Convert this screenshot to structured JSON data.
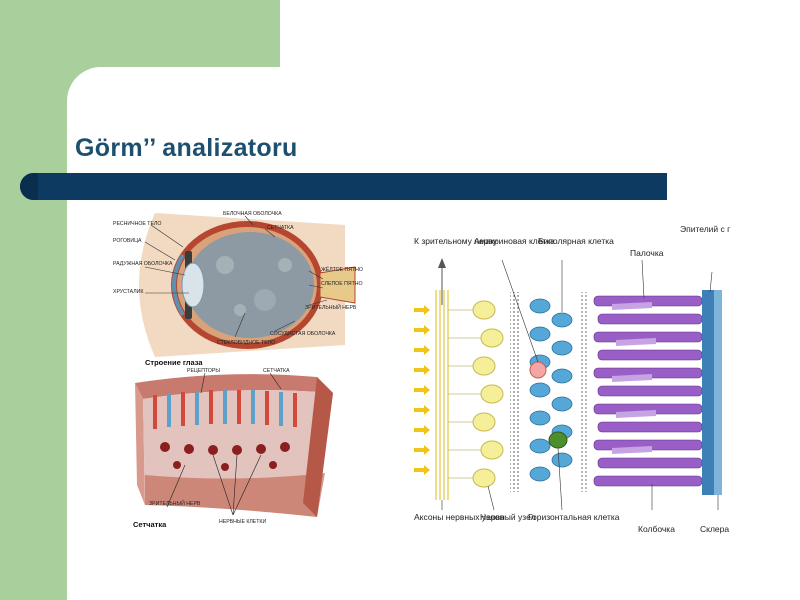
{
  "slide": {
    "title": "Görm’’ analizatoru"
  },
  "figure_eye": {
    "caption": "Строение глаза",
    "labels": {
      "ciliary_body": "РЕСНИЧНОЕ ТЕЛО",
      "cornea": "РОГОВИЦА",
      "iris": "РАДУЖНАЯ ОБОЛОЧКА",
      "lens": "ХРУСТАЛИК",
      "sclera": "БЕЛОЧНАЯ ОБОЛОЧКА",
      "retina": "СЕТЧАТКА",
      "macula": "ЖЁЛТОЕ ПЯТНО",
      "blind_spot": "СЛЕПОЕ ПЯТНО",
      "optic_nerve": "ЗРИТЕЛЬНЫЙ НЕРВ",
      "choroid": "СОСУДИСТАЯ ОБОЛОЧКА",
      "vitreous": "СТЕКЛОВИДНОЕ ТЕЛО"
    }
  },
  "figure_retina_block": {
    "caption": "Сетчатка",
    "labels": {
      "receptors": "РЕЦЕПТОРЫ",
      "retina": "СЕТЧАТКА",
      "optic_nerve": "ЗРИТЕЛЬНЫЙ НЕРВ",
      "nerve_cells": "НЕРВНЫЕ КЛЕТКИ"
    }
  },
  "figure_retina_layers": {
    "labels": {
      "to_optic_nerve": "К зрительному нерву",
      "amacrine": "Амакриновая клетка",
      "bipolar": "Биполярная клетка",
      "rod": "Палочка",
      "epithelium": "Эпителий с пигментным слоем",
      "axons": "Аксоны нервных узлов",
      "ganglion": "Нервный узел",
      "horizontal": "Горизонтальная клетка",
      "cone": "Колбочка",
      "sclera": "Склера"
    }
  }
}
